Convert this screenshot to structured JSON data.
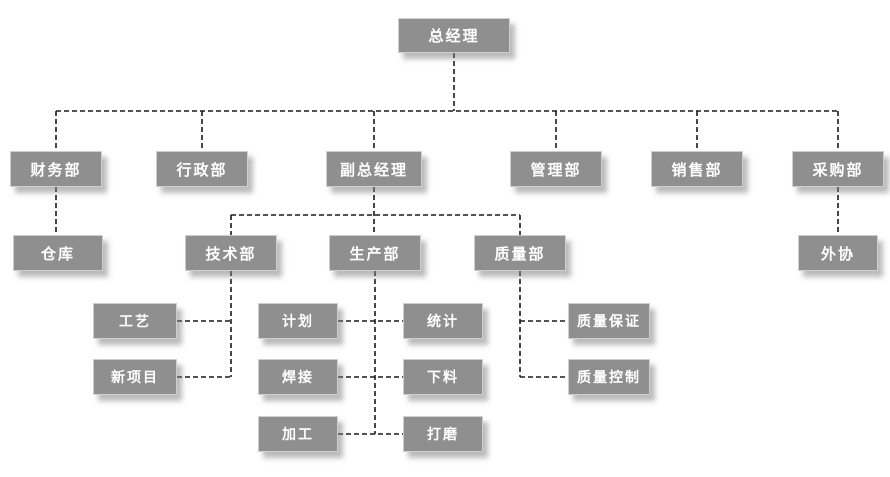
{
  "diagram": {
    "type": "org-chart",
    "nodes": {
      "gm": {
        "label": "总经理",
        "reports_to": null
      },
      "finance": {
        "label": "财务部",
        "reports_to": "总经理"
      },
      "admin": {
        "label": "行政部",
        "reports_to": "总经理"
      },
      "deputy_gm": {
        "label": "副总经理",
        "reports_to": "总经理"
      },
      "management": {
        "label": "管理部",
        "reports_to": "总经理"
      },
      "sales": {
        "label": "销售部",
        "reports_to": "总经理"
      },
      "purchasing": {
        "label": "采购部",
        "reports_to": "总经理"
      },
      "warehouse": {
        "label": "仓库",
        "reports_to": "财务部"
      },
      "tech": {
        "label": "技术部",
        "reports_to": "副总经理"
      },
      "production": {
        "label": "生产部",
        "reports_to": "副总经理"
      },
      "quality": {
        "label": "质量部",
        "reports_to": "副总经理"
      },
      "outsourcing": {
        "label": "外协",
        "reports_to": "采购部"
      },
      "process": {
        "label": "工艺",
        "reports_to": "技术部"
      },
      "new_project": {
        "label": "新项目",
        "reports_to": "技术部"
      },
      "planning": {
        "label": "计划",
        "reports_to": "生产部"
      },
      "welding": {
        "label": "焊接",
        "reports_to": "生产部"
      },
      "machining": {
        "label": "加工",
        "reports_to": "生产部"
      },
      "statistics": {
        "label": "统计",
        "reports_to": "生产部"
      },
      "cutting": {
        "label": "下料",
        "reports_to": "生产部"
      },
      "polishing": {
        "label": "打磨",
        "reports_to": "生产部"
      },
      "qa": {
        "label": "质量保证",
        "reports_to": "质量部"
      },
      "qc": {
        "label": "质量控制",
        "reports_to": "质量部"
      }
    },
    "colors": {
      "background": "#ffffff",
      "box_fill": "#8f8f8f",
      "box_border": "#cfcfcf",
      "box_text": "#ffffff",
      "connector": "#1a1a1a"
    }
  }
}
